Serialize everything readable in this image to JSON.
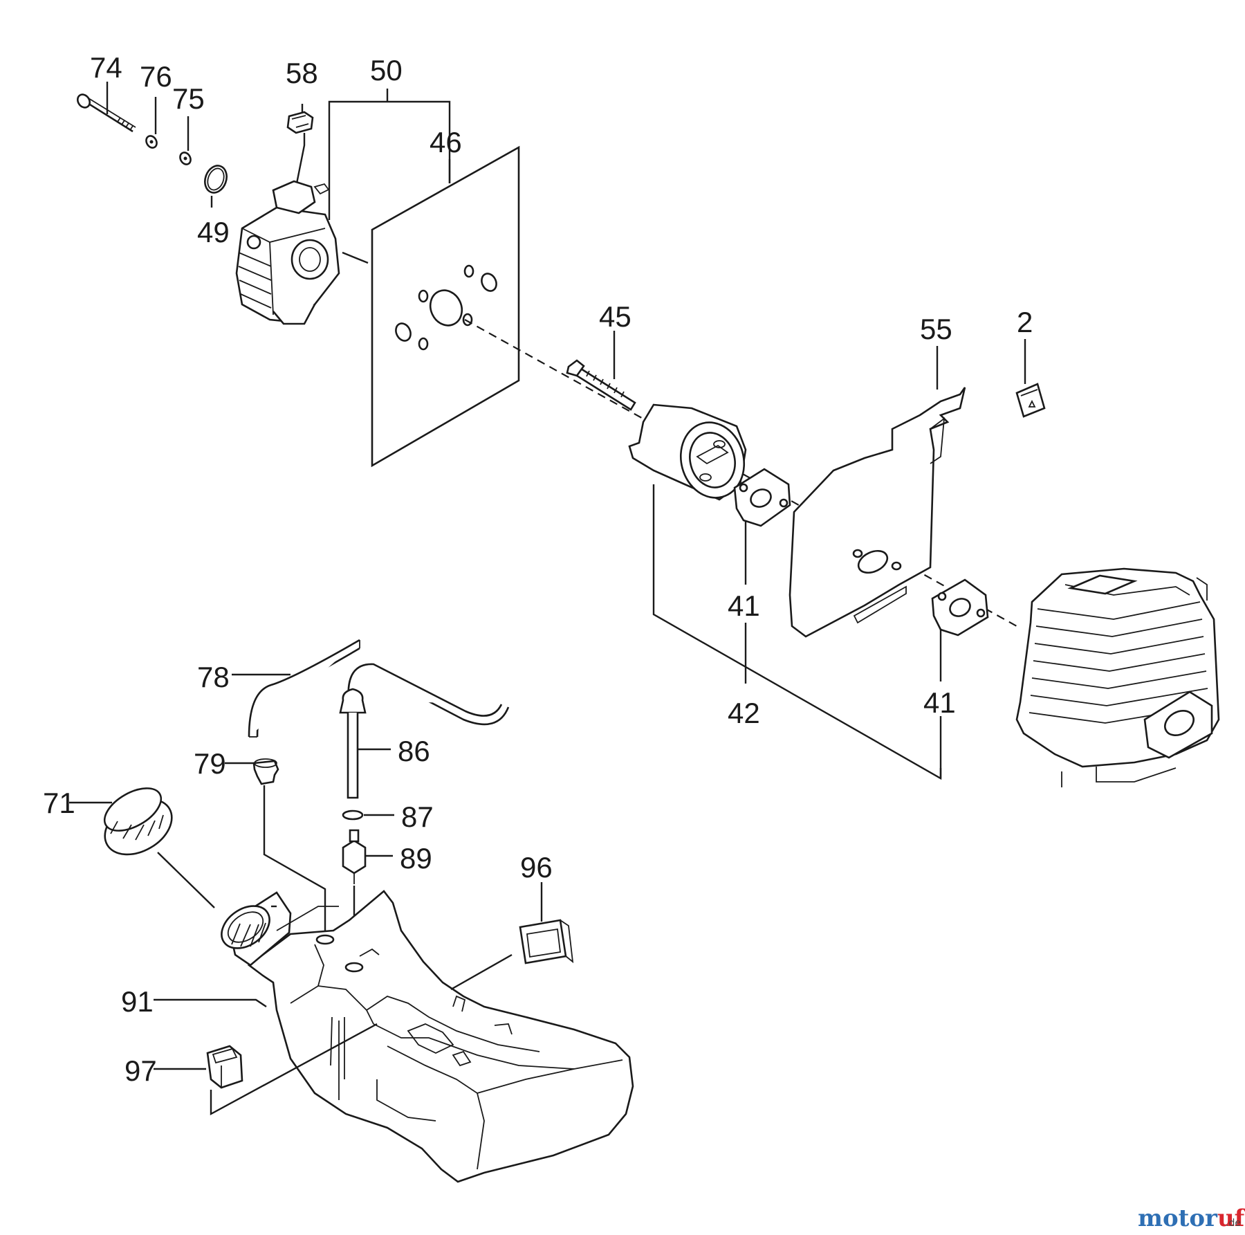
{
  "labels": {
    "p74": "74",
    "p76": "76",
    "p75": "75",
    "p58": "58",
    "p50": "50",
    "p46": "46",
    "p49": "49",
    "p45": "45",
    "p55": "55",
    "p2": "2",
    "p41a": "41",
    "p42": "42",
    "p41b": "41",
    "p78": "78",
    "p79": "79",
    "p86": "86",
    "p71": "71",
    "p87": "87",
    "p89": "89",
    "p96": "96",
    "p91": "91",
    "p97": "97"
  },
  "watermark": {
    "brand_part1": "motor",
    "brand_part2": "uf",
    "suffix": ".de",
    "color_main": "#2e6fb4",
    "color_accent": "#d9262e"
  },
  "colors": {
    "line": "#1a1a1a",
    "background": "#ffffff"
  }
}
